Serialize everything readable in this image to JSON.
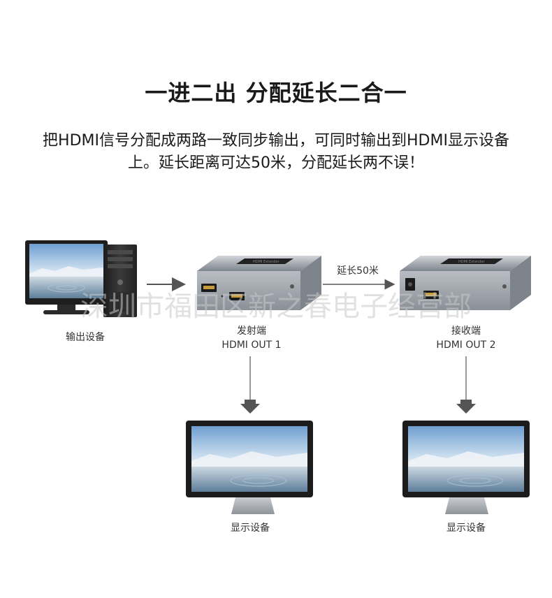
{
  "title": "一进二出 分配延长二合一",
  "description": {
    "line1": "把HDMI信号分配成两路一致同步输出，可同时输出到HDMI显示设备",
    "line2": "上。延长距离可达50米，分配延长两不误！"
  },
  "labels": {
    "source": "输出设备",
    "transmitter_name": "发射端",
    "transmitter_port": "HDMI OUT 1",
    "receiver_name": "接收端",
    "receiver_port": "HDMI OUT 2",
    "distance": "延长50米",
    "display_left": "显示设备",
    "display_right": "显示设备"
  },
  "watermark": "深圳市福田区新之春电子经营部",
  "colors": {
    "arrow": "#555555",
    "device_body": "#9aa0a8",
    "screen_sky": "#8fb3d6",
    "screen_water": "#5f7f9c"
  }
}
